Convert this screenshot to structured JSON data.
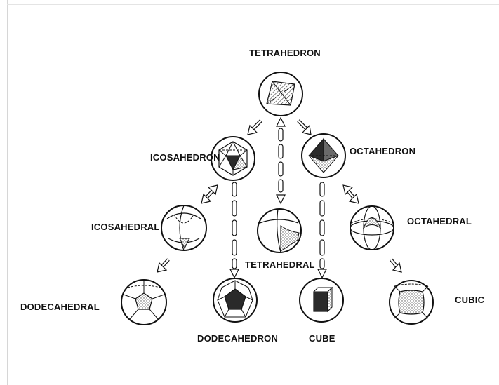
{
  "labels": {
    "tetrahedron": "TETRAHEDRON",
    "icosahedron": "ICOSAHEDRON",
    "octahedron": "OCTAHEDRON",
    "icosahedral": "ICOSAHEDRAL",
    "tetrahedral": "TETRAHEDRAL",
    "octahedral": "OCTAHEDRAL",
    "dodecahedral": "DODECAHEDRAL",
    "dodecahedron": "DODECAHEDRON",
    "cube": "CUBE",
    "cubic": "CUBIC"
  },
  "colors": {
    "stroke": "#111111",
    "shade_dark": "#2a2a2a",
    "shade_light": "#c8c8c8"
  }
}
